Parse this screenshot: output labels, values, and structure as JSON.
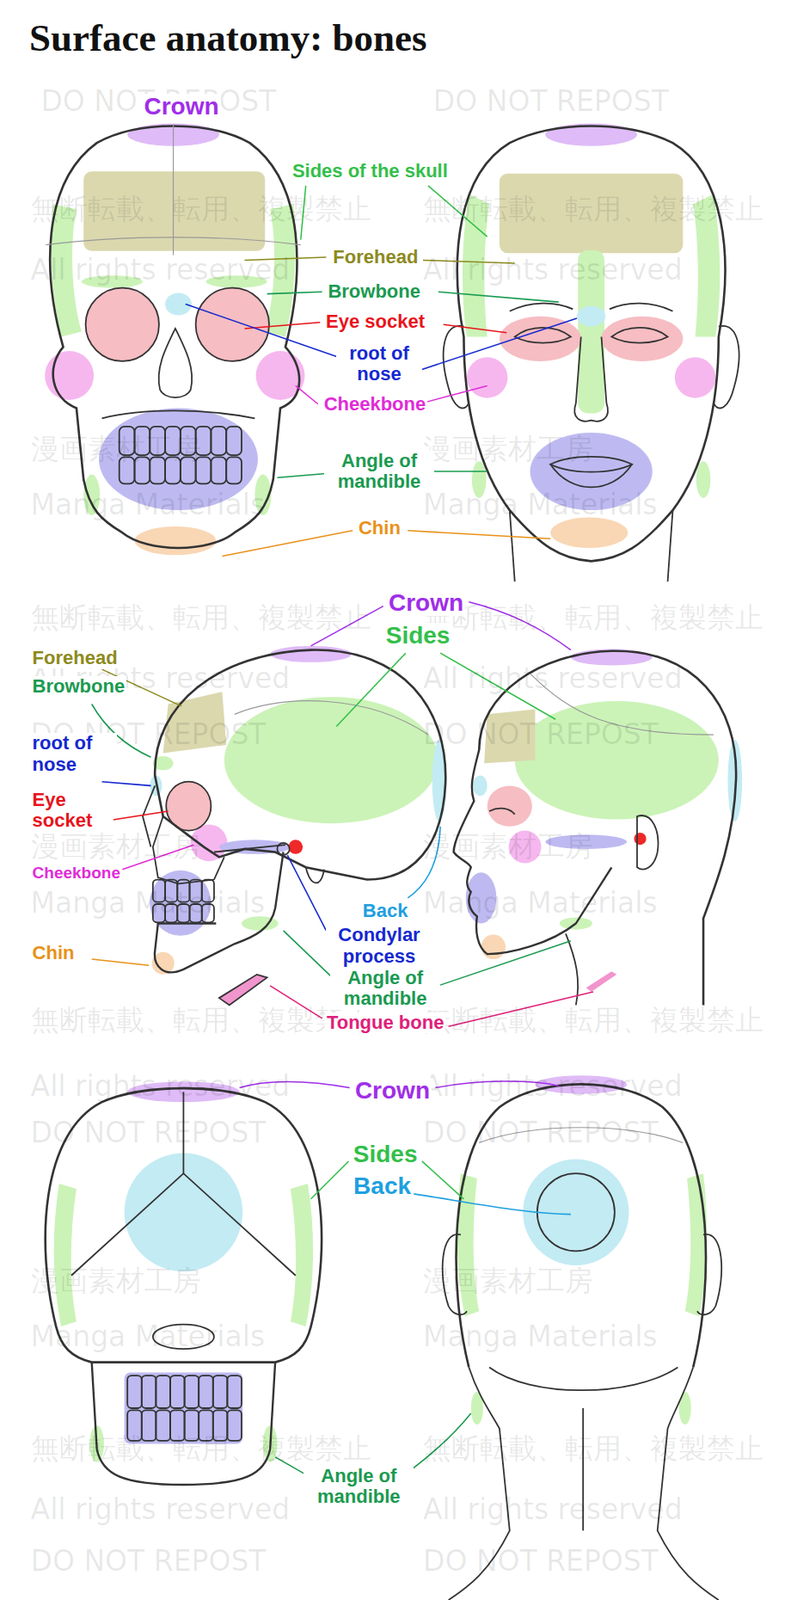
{
  "diagram": {
    "title": "Surface anatomy: bones",
    "labels": [
      "Crown",
      "Sides of the skull",
      "Forehead",
      "Browbone",
      "Eye socket",
      "root of nose",
      "Cheekbone",
      "Angle of mandible",
      "Chin",
      "Crown",
      "Sides",
      "Forehead",
      "Browbone",
      "root of nose",
      "Eye socket",
      "Cheekbone",
      "Chin",
      "Back",
      "Condylar process",
      "Angle of mandible",
      "Tongue bone",
      "Crown",
      "Sides",
      "Back",
      "Angle of mandible",
      "DO NOT REPOST",
      "DO NOT REPOST",
      "無断転載、転用、複製禁止",
      "無断転載、転用、複製禁止",
      "All rights reserved",
      "All rights reserved",
      "漫画素材工房",
      "漫画素材工房",
      "Manga Materials",
      "Manga Materials",
      "無断転載、転用、複製禁止",
      "無断転載、転用、複製禁止",
      "All rights reserved",
      "All rights reserved",
      "DO NOT REPOST",
      "DO NOT REPOST",
      "漫画素材工房",
      "漫画素材工房",
      "Manga Materials",
      "Manga Materials",
      "無断転載、転用、複製禁止",
      "無断転載、転用、複製禁止",
      "All rights reserved",
      "All rights reserved",
      "DO NOT REPOST",
      "DO NOT REPOST",
      "漫画素材工房",
      "漫画素材工房",
      "Manga Materials",
      "Manga Materials",
      "無断転載、転用、複製禁止",
      "無断転載、転用、複製禁止",
      "All rights reserved",
      "All rights reserved",
      "DO NOT REPOST",
      "DO NOT REPOST"
    ]
  }
}
